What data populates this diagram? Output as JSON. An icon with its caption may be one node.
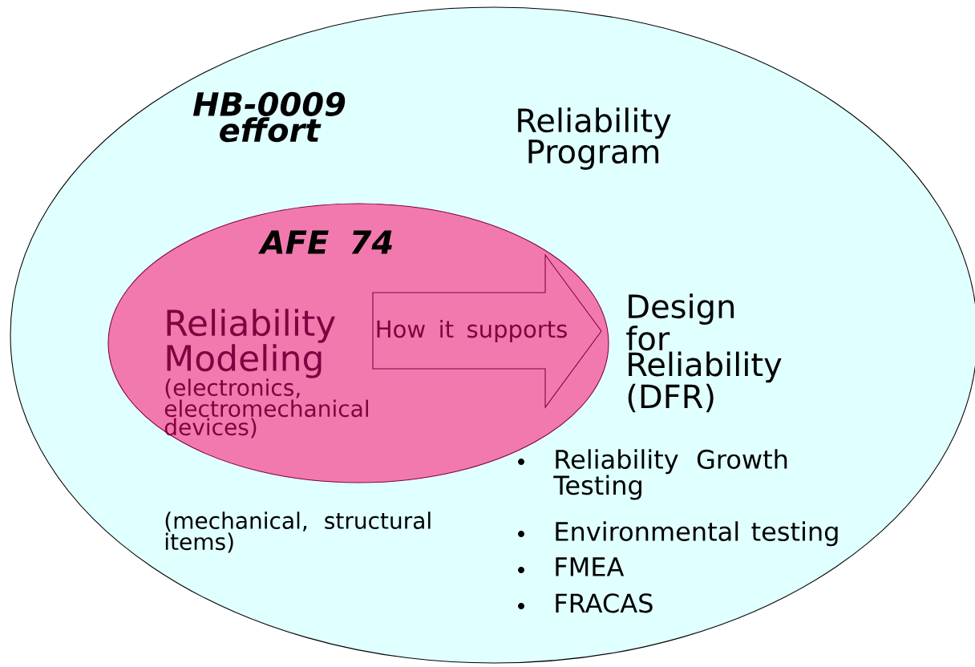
{
  "diagram": {
    "nodes": [
      {
        "text": [
          "HB-0009 effort",
          "Reliability Program"
        ]
      },
      {
        "text": [
          "AFE 74",
          "Reliability Modeling",
          "(electronics, electromechanical devices)"
        ],
        "in": 0
      },
      {
        "text": [
          "How it supports"
        ],
        "in": 1
      }
    ],
    "labels": [
      "Design for Reliability (DFR)",
      "Reliability Growth Testing",
      "Environmental testing",
      "FMEA",
      "FRACAS",
      "(mechanical, structural items)"
    ]
  }
}
